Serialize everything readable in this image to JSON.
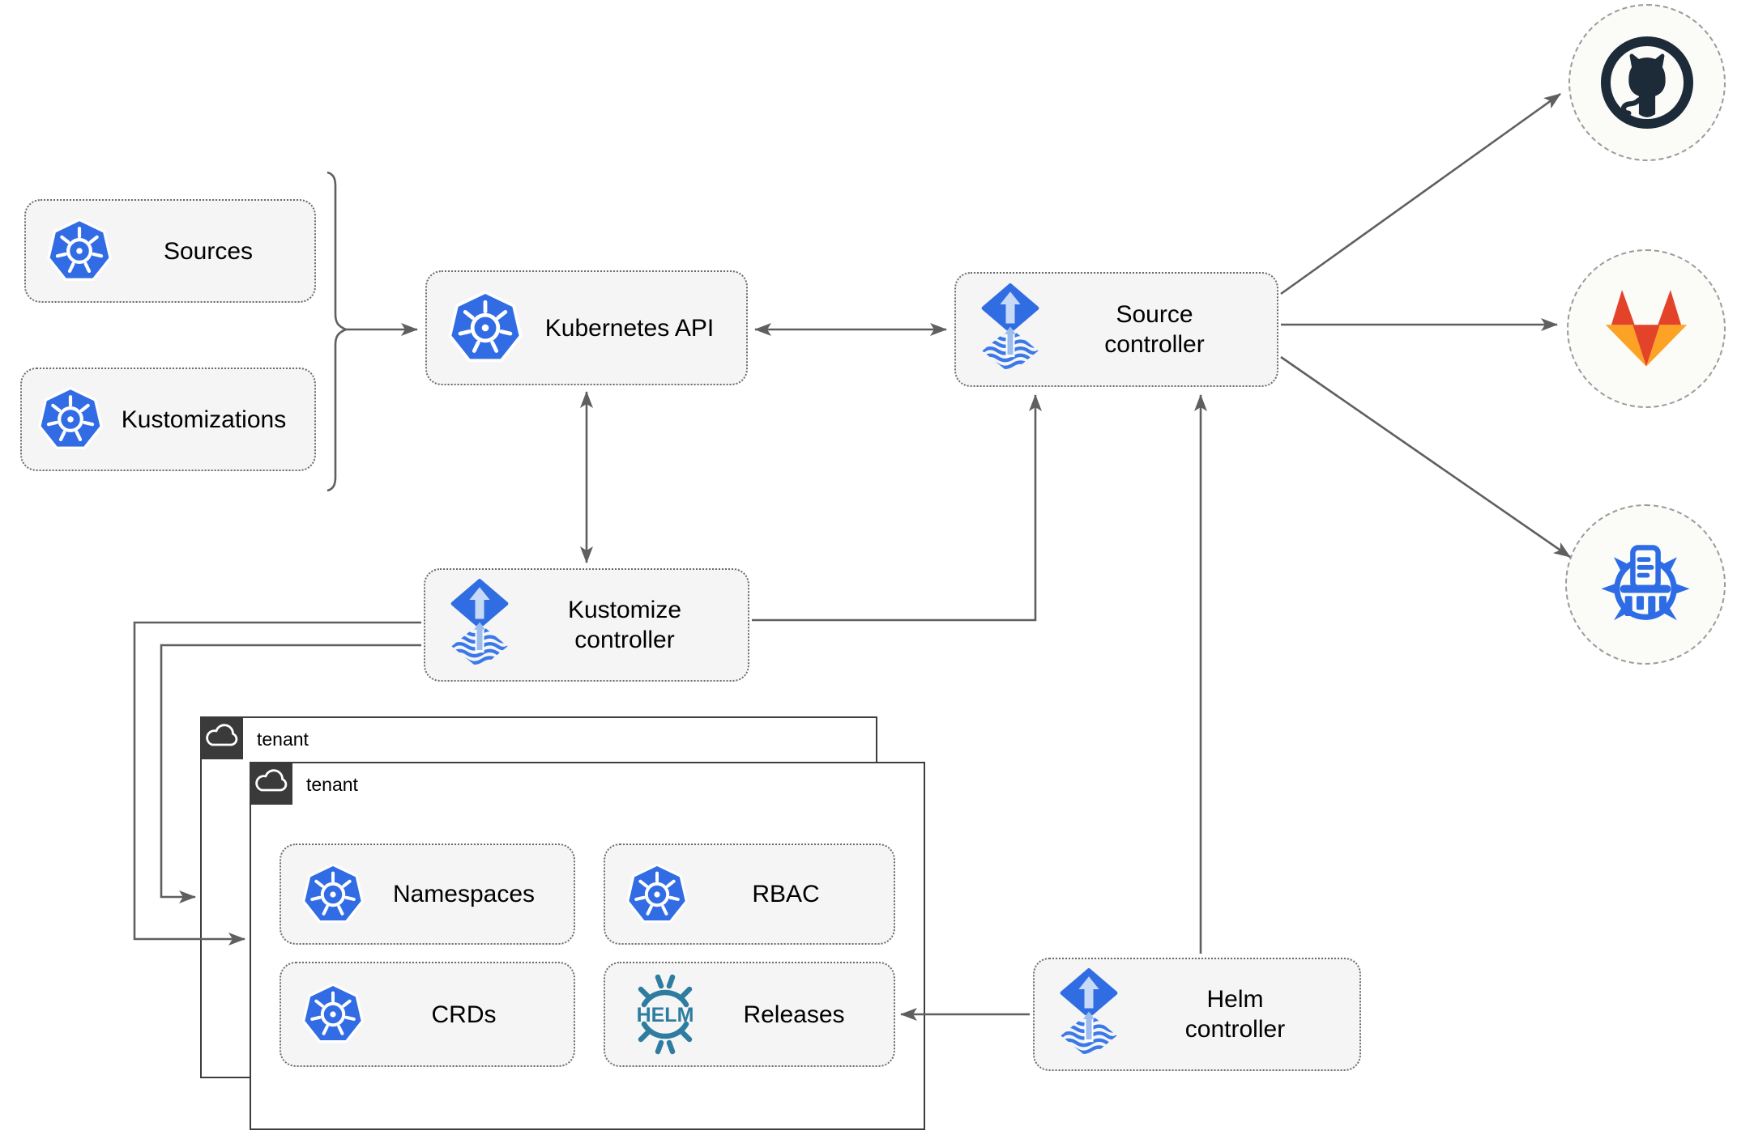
{
  "nodes": {
    "sources": {
      "label": "Sources"
    },
    "kustomizations": {
      "label": "Kustomizations"
    },
    "kubernetes_api": {
      "label": "Kubernetes API"
    },
    "source_controller": {
      "line1": "Source",
      "line2": "controller"
    },
    "kustomize_controller": {
      "line1": "Kustomize",
      "line2": "controller"
    },
    "helm_controller": {
      "line1": "Helm",
      "line2": "controller"
    },
    "tenant_back": {
      "label": "tenant"
    },
    "tenant_front": {
      "label": "tenant"
    },
    "namespaces": {
      "label": "Namespaces"
    },
    "rbac": {
      "label": "RBAC"
    },
    "crds": {
      "label": "CRDs"
    },
    "releases": {
      "label": "Releases"
    }
  },
  "icons": {
    "kubernetes": "kubernetes-wheel",
    "flux": "flux-arrow-diamond",
    "helm": "helm-wheel",
    "helm_text": "HELM",
    "github": "github-octocat",
    "gitlab": "gitlab-tanuki",
    "registry": "harbor-registry",
    "cloud": "cloud"
  },
  "colors": {
    "kubernetes_blue": "#326ce5",
    "flux_blue": "#316de2",
    "flux_arrow_light": "#c6d9f7",
    "helm_teal": "#2e7da0",
    "github_dark": "#1d2a38",
    "gitlab_red": "#e24329",
    "gitlab_orange": "#fca326",
    "harbor_blue": "#2e6ce6",
    "node_fill": "#f5f5f5",
    "node_border": "#6b6b6b",
    "connector": "#5f5f5f",
    "tenant_tab": "#3a3a3a"
  }
}
